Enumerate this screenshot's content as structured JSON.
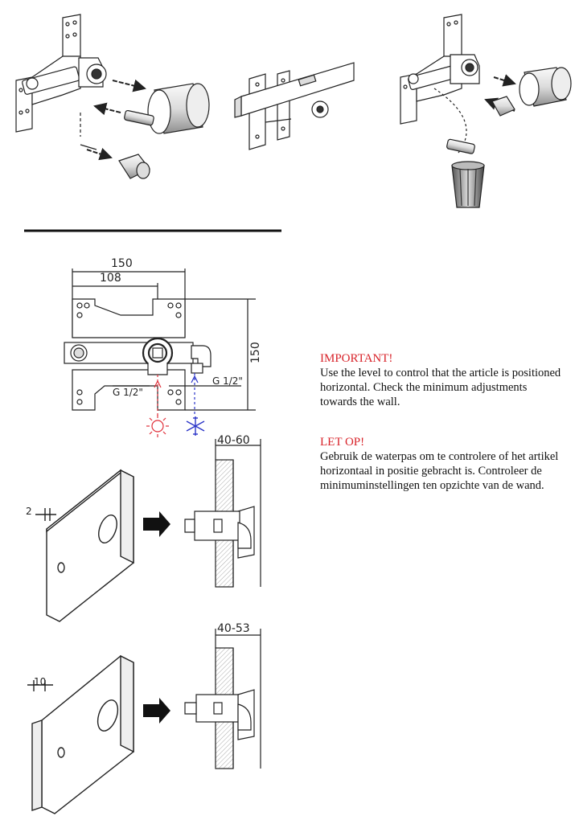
{
  "dimensions": {
    "width_150": "150",
    "width_108": "108",
    "height_150": "150",
    "g_left": "G 1/2\"",
    "g_right": "G 1/2\"",
    "depth_1": "40-60",
    "depth_2": "40-53",
    "plate_thickness_1": "2",
    "plate_thickness_2": "10"
  },
  "notes": {
    "important_title": "IMPORTANT!",
    "important_text": "Use the level to control that the article is positioned horizontal. Check the minimum adjustments towards the wall.",
    "letop_title": "LET OP!",
    "letop_text": "Gebruik de waterpas om te controlere of het artikel horizontaal in positie gebracht is. Controleer de minimuminstellingen ten opzichte van de wand."
  },
  "colors": {
    "hot": "#e0303a",
    "cold": "#2a34c8",
    "heading": "#d8232a"
  },
  "icons": [
    "sun-icon",
    "snowflake-icon",
    "arrow-right-icon",
    "trash-bin-icon"
  ]
}
